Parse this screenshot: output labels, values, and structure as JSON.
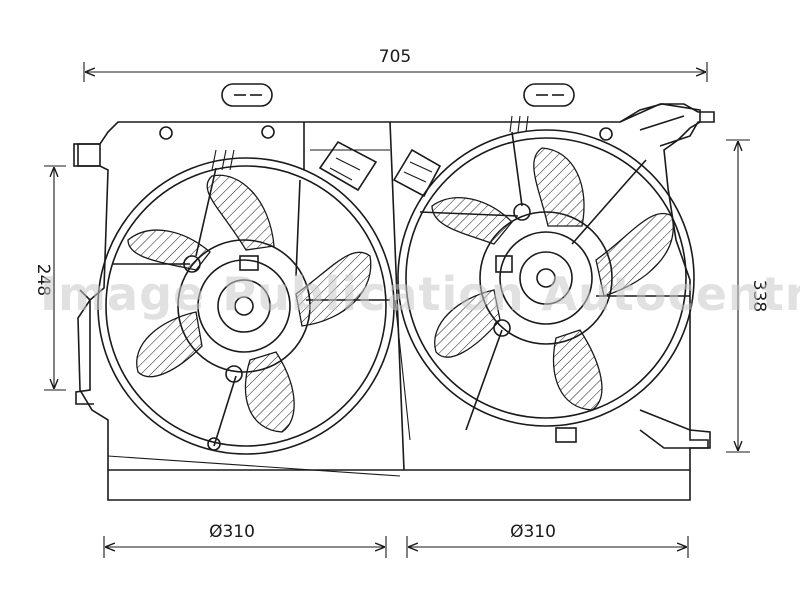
{
  "dimensions": {
    "overall_width": "705",
    "left_height": "248",
    "right_height": "338",
    "left_fan_diameter": "Ø310",
    "right_fan_diameter": "Ø310"
  },
  "watermark": "Image Publication Autocentroev.",
  "colors": {
    "line": "#1a1a1a",
    "watermark": "#c8c8c8",
    "background": "#ffffff"
  }
}
